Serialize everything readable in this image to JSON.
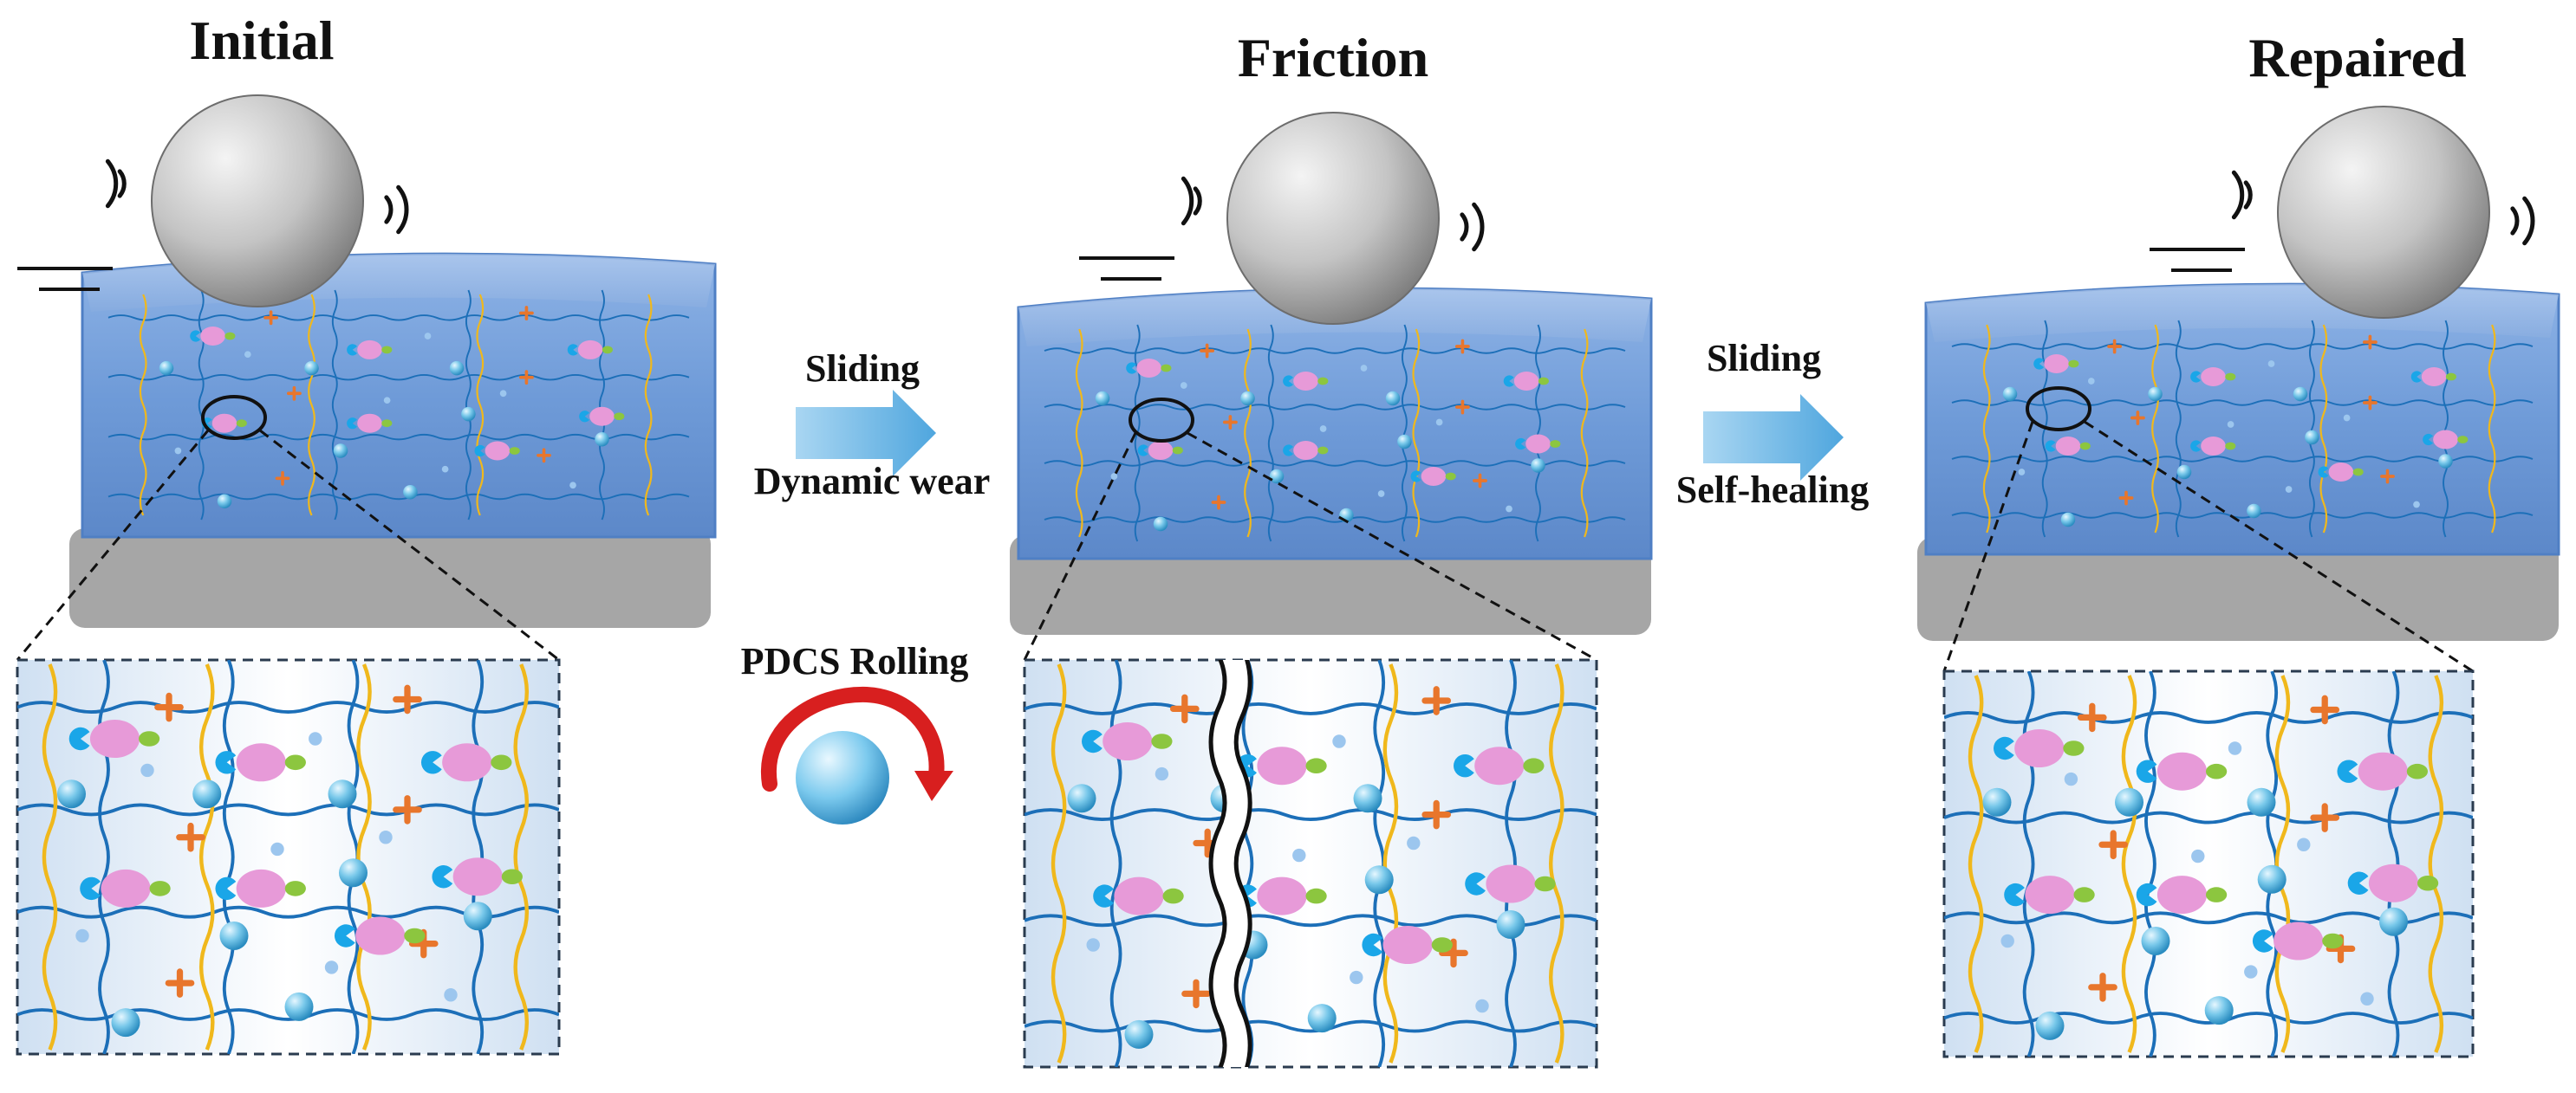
{
  "panels": [
    {
      "title": "Initial"
    },
    {
      "title": "Friction"
    },
    {
      "title": "Repaired"
    }
  ],
  "transitions": [
    {
      "top": "Sliding",
      "bottom": "Dynamic wear"
    },
    {
      "top": "Sliding",
      "bottom": "Self-healing"
    }
  ],
  "rolling_label": "PDCS Rolling",
  "colors": {
    "gel": "#6f9bd8",
    "gel_edge": "#4f7fc4",
    "substrate": "#a6a6a6",
    "chain_blue": "#1c6fb8",
    "chain_yellow": "#f0b81c",
    "crosslink": "#e8762c",
    "pink": "#e79ad8",
    "green": "#8cc63f",
    "cyan": "#1aa6e8",
    "particle": "#6cc2e6",
    "arrow": "#6fb6e4",
    "rolling_arrow": "#d81f1f"
  }
}
